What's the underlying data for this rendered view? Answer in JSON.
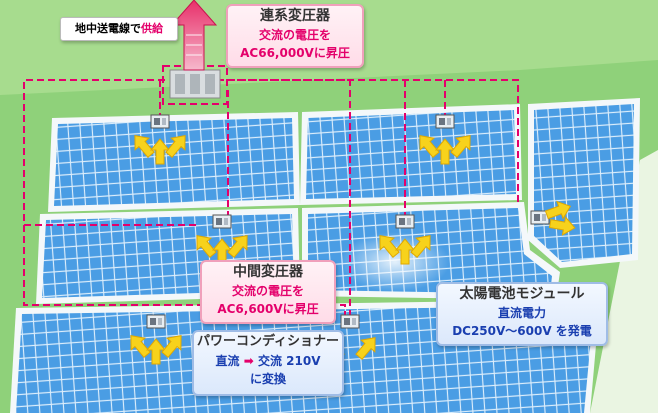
{
  "labels": {
    "underground": {
      "text": "地中送電線で",
      "highlight": "供給"
    },
    "grid_transformer": {
      "title": "連系変圧器",
      "line1_pre": "交流の",
      "line1_em": "電圧",
      "line1_post": "を",
      "line2": "AC66,000Vに昇圧"
    },
    "mid_transformer": {
      "title": "中間変圧器",
      "line1_pre": "交流の",
      "line1_em": "電圧",
      "line1_post": "を",
      "line2": "AC6,600Vに昇圧"
    },
    "power_conditioner": {
      "title": "パワーコンディショナー",
      "from": "直流",
      "arrow": "➡",
      "to": "交流 210V",
      "line2": "に変換"
    },
    "solar_module": {
      "title": "太陽電池モジュール",
      "line1": "直流電力",
      "line2": "DC250V～600V を発電"
    }
  },
  "colors": {
    "grass": "#8fd17a",
    "road": "#e6f3de",
    "panel_frame": "#f4f8fa",
    "panel": "#2f86d6",
    "cable": "#e4006b",
    "arrow_up": "#e8306a",
    "arrow_yellow": "#f7d21c"
  }
}
